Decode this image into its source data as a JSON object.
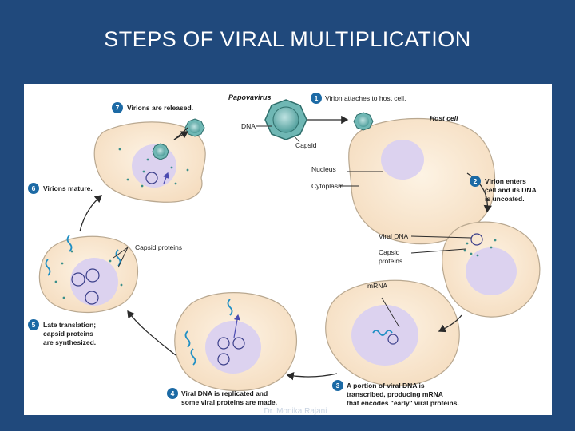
{
  "title": "STEPS OF VIRAL MULTIPLICATION",
  "figure": {
    "virus_name": "Papovavirus",
    "labels": {
      "dna": "DNA",
      "capsid": "Capsid",
      "host_cell": "Host cell",
      "nucleus": "Nucleus",
      "cytoplasm": "Cytoplasm",
      "viral_dna": "Viral DNA",
      "capsid_proteins_1": "Capsid",
      "capsid_proteins_2": "proteins",
      "mrna": "mRNA",
      "capsid_proteins_step6": "Capsid proteins"
    },
    "steps": [
      {
        "num": "1",
        "lines": [
          "Virion attaches to host cell."
        ]
      },
      {
        "num": "2",
        "lines": [
          "Virion enters",
          "cell and its DNA",
          "is uncoated."
        ]
      },
      {
        "num": "3",
        "lines": [
          "A portion of viral DNA is",
          "transcribed, producing mRNA",
          "that encodes \"early\" viral proteins."
        ]
      },
      {
        "num": "4",
        "lines": [
          "Viral DNA is replicated and",
          "some viral proteins are made."
        ]
      },
      {
        "num": "5",
        "lines": [
          "Late translation;",
          "capsid proteins",
          "are synthesized."
        ]
      },
      {
        "num": "6",
        "lines": [
          "Virions mature."
        ]
      },
      {
        "num": "7",
        "lines": [
          "Virions are released."
        ]
      }
    ],
    "colors": {
      "step_circle": "#1c6aa5",
      "cell_fill": "#fbead2",
      "cell_stroke": "#b9a890",
      "nucleus_fill": "#dcd2ef",
      "virion_teal": "#6fb7b4",
      "dna_blue": "#1f8fc4",
      "arrow": "#2a2a2a"
    }
  },
  "credit": "Dr. Monika Rajani"
}
